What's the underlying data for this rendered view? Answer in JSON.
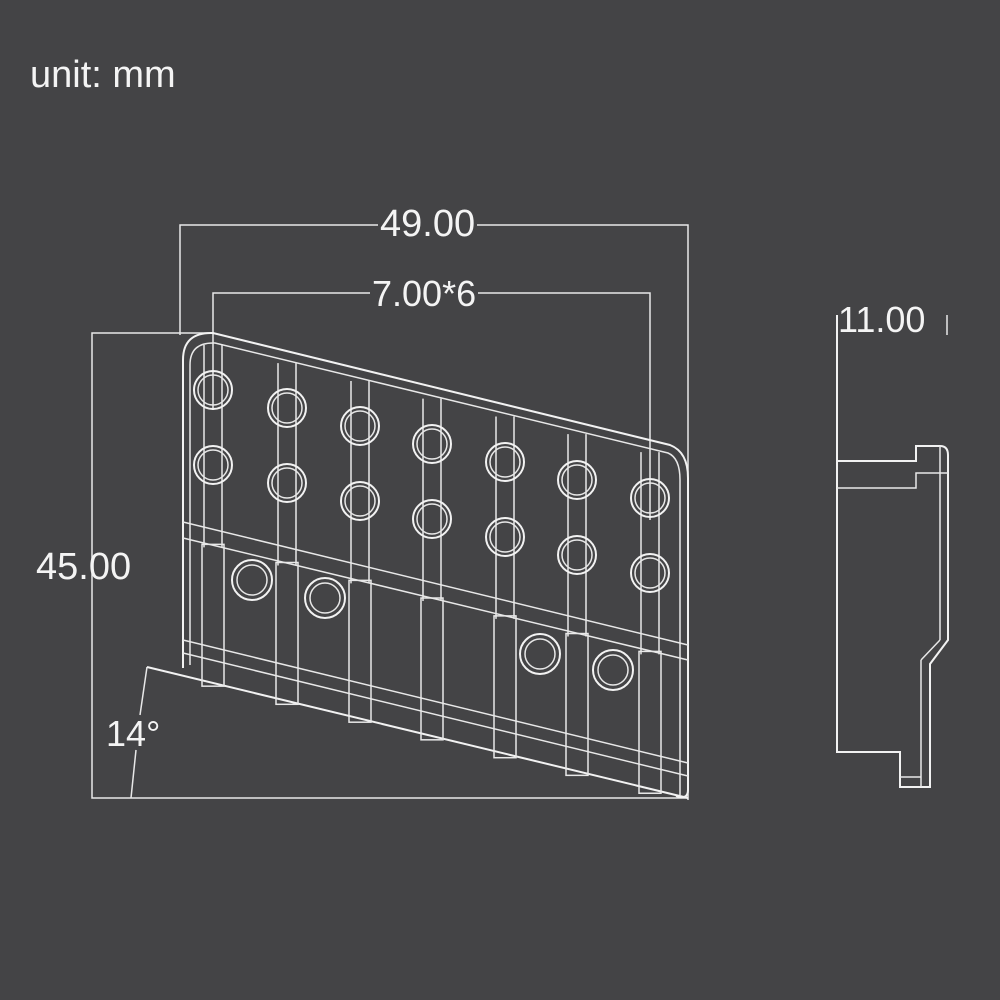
{
  "unit_label": "unit: mm",
  "dimensions": {
    "width": "49.00",
    "string_spacing": "7.00*6",
    "height": "45.00",
    "angle": "14°",
    "depth": "11.00"
  },
  "colors": {
    "background": "#444446",
    "line": "#f2f2f2"
  }
}
